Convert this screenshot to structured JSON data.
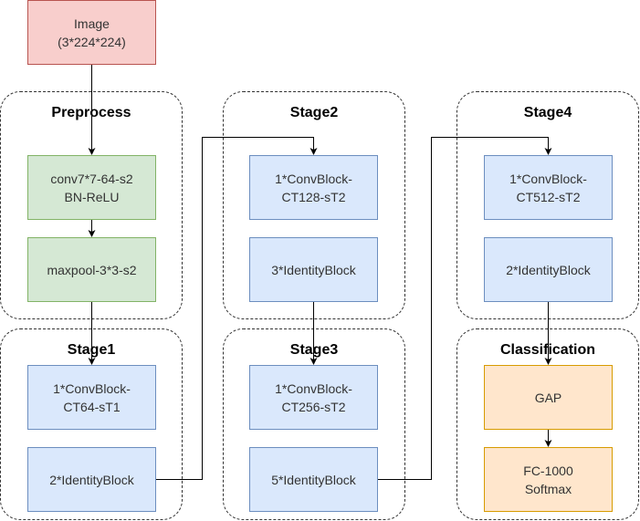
{
  "input": {
    "line1": "Image",
    "line2": "(3*224*224)"
  },
  "preprocess": {
    "title": "Preprocess",
    "conv": {
      "line1": "conv7*7-64-s2",
      "line2": "BN-ReLU"
    },
    "pool": {
      "line1": "maxpool-3*3-s2"
    }
  },
  "stage1": {
    "title": "Stage1",
    "block1": {
      "line1": "1*ConvBlock-",
      "line2": "CT64-sT1"
    },
    "block2": {
      "line1": "2*IdentityBlock"
    }
  },
  "stage2": {
    "title": "Stage2",
    "block1": {
      "line1": "1*ConvBlock-",
      "line2": "CT128-sT2"
    },
    "block2": {
      "line1": "3*IdentityBlock"
    }
  },
  "stage3": {
    "title": "Stage3",
    "block1": {
      "line1": "1*ConvBlock-",
      "line2": "CT256-sT2"
    },
    "block2": {
      "line1": "5*IdentityBlock"
    }
  },
  "stage4": {
    "title": "Stage4",
    "block1": {
      "line1": "1*ConvBlock-",
      "line2": "CT512-sT2"
    },
    "block2": {
      "line1": "2*IdentityBlock"
    }
  },
  "classification": {
    "title": "Classification",
    "gap": {
      "line1": "GAP"
    },
    "fc": {
      "line1": "FC-1000",
      "line2": "Softmax"
    }
  },
  "colors": {
    "input_fill": "#f8cecc",
    "input_stroke": "#b85450",
    "preprocess_fill": "#d5e8d4",
    "preprocess_stroke": "#82b366",
    "block_fill": "#dae8fc",
    "block_stroke": "#6c8ebf",
    "classifier_fill": "#ffe6cc",
    "classifier_stroke": "#d79b00",
    "edge": "#000000"
  }
}
